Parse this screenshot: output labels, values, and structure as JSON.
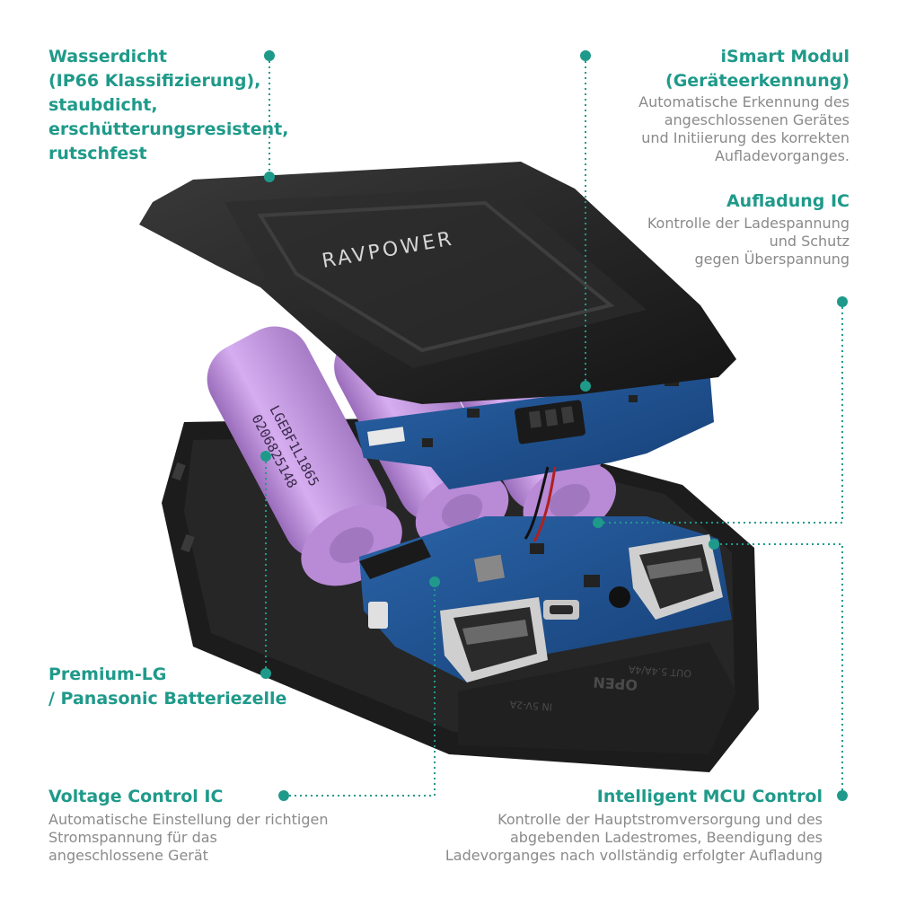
{
  "brand": {
    "logo_text": "RAVPOWER"
  },
  "battery_print": {
    "line1": "LGEBF1L1865",
    "line2": "0206825148"
  },
  "case_labels": {
    "open": "OPEN",
    "out": "OUT 5.4A/4A",
    "in": "IN 5V-2A"
  },
  "features": {
    "waterproof": {
      "title_lines": [
        "Wasserdicht",
        "(IP66 Klassifizierung),",
        "staubdicht,",
        "erschütterungsresistent,",
        "rutschfest"
      ]
    },
    "ismart": {
      "title_lines": [
        "iSmart Modul",
        "(Geräteerkennung)"
      ],
      "desc_lines": [
        "Automatische Erkennung des",
        "angeschlossenen Gerätes",
        "und Initiierung des korrekten",
        "Aufladevorganges."
      ]
    },
    "charging_ic": {
      "title_lines": [
        "Aufladung IC"
      ],
      "desc_lines": [
        "Kontrolle der Ladespannung",
        "und Schutz",
        "gegen Überspannung"
      ]
    },
    "battery": {
      "title_lines": [
        "Premium-LG",
        "/ Panasonic Batteriezelle"
      ]
    },
    "voltage": {
      "title_lines": [
        "Voltage Control IC"
      ],
      "desc_lines": [
        "Automatische Einstellung der richtigen",
        "Stromspannung für das",
        "angeschlossene Gerät"
      ]
    },
    "mcu": {
      "title_lines": [
        "Intelligent MCU Control"
      ],
      "desc_lines": [
        "Kontrolle der Hauptstromversorgung und des",
        "abgebenden Ladestromes, Beendigung des",
        "Ladevorganges nach vollständig erfolgter Aufladung"
      ]
    }
  },
  "colors": {
    "accent": "#1f9a8a",
    "description": "#8a8a8a",
    "case": "#1c1c1c",
    "pcb": "#1c4f8f",
    "battery": "#c89be0"
  }
}
